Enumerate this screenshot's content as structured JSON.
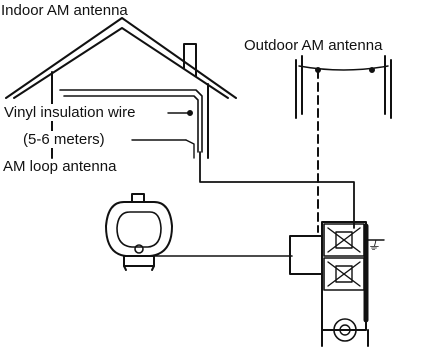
{
  "labels": {
    "indoor_am_antenna": "Indoor AM antenna",
    "outdoor_am_antenna": "Outdoor AM antenna",
    "vinyl_insulation_wire": "Vinyl insulation wire",
    "wire_length": "(5-6 meters)",
    "am_loop_antenna": "AM loop antenna",
    "ground_symbol": "⏚"
  },
  "colors": {
    "ink": "#111111",
    "background": "#ffffff"
  }
}
